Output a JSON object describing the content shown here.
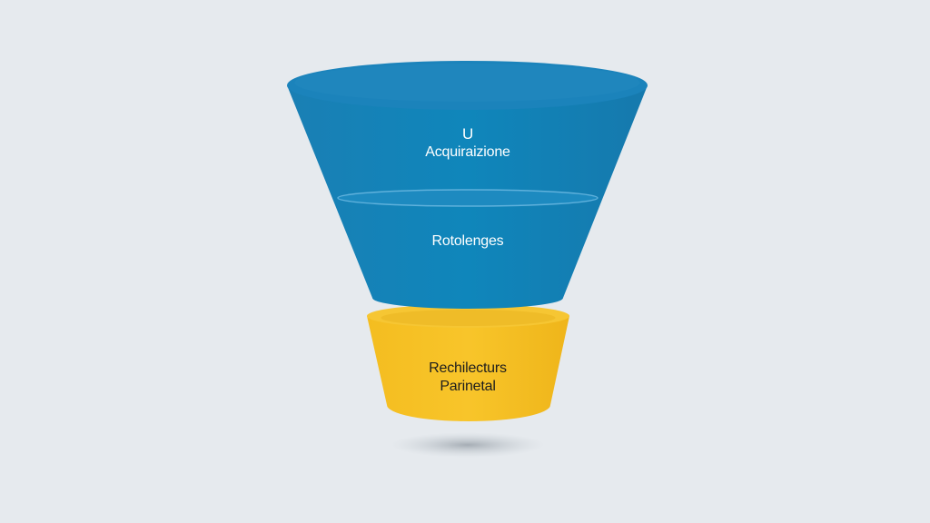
{
  "funnel": {
    "stages": [
      {
        "lines": [
          "U",
          "Acquiraizione"
        ],
        "color": "#1282b6"
      },
      {
        "lines": [
          "Rotolenges"
        ],
        "color": "#1282b6"
      },
      {
        "lines": [
          "Rechilecturs",
          "Parinetal"
        ],
        "color": "#f5c024"
      }
    ]
  }
}
